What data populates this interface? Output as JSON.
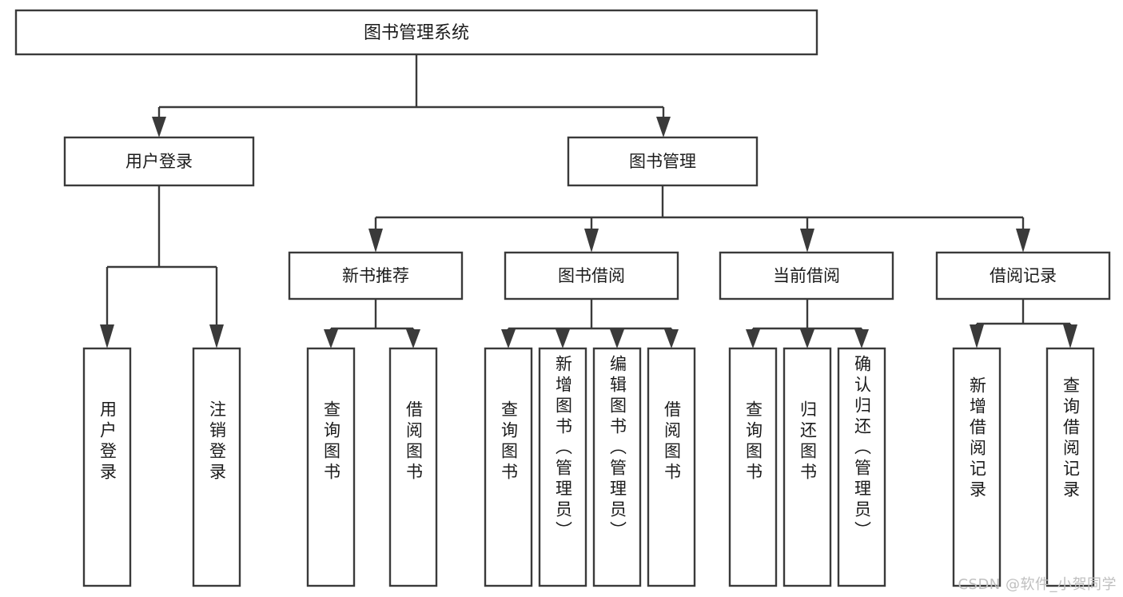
{
  "diagram": {
    "title": "图书管理系统",
    "type": "tree-hierarchy-chart",
    "watermark": "CSDN @软件_小贺同学",
    "colors": {
      "stroke": "#3a3a3a",
      "fill": "#ffffff",
      "text": "#1b1b1b",
      "watermark": "#bfbfbf"
    },
    "root": {
      "label": "图书管理系统"
    },
    "level2": [
      {
        "label": "用户登录"
      },
      {
        "label": "图书管理"
      }
    ],
    "level3": [
      {
        "label": "新书推荐"
      },
      {
        "label": "图书借阅"
      },
      {
        "label": "当前借阅"
      },
      {
        "label": "借阅记录"
      }
    ],
    "leaves": {
      "user_login": [
        {
          "label": "用户登录"
        },
        {
          "label": "注销登录"
        }
      ],
      "new_book_recommend": [
        {
          "label": "查询图书"
        },
        {
          "label": "借阅图书"
        }
      ],
      "book_borrow": [
        {
          "label": "查询图书"
        },
        {
          "label": "新增图书（管理员）"
        },
        {
          "label": "编辑图书（管理员）"
        },
        {
          "label": "借阅图书"
        }
      ],
      "current_borrow": [
        {
          "label": "查询图书"
        },
        {
          "label": "归还图书"
        },
        {
          "label": "确认归还（管理员）"
        }
      ],
      "borrow_records": [
        {
          "label": "新增借阅记录"
        },
        {
          "label": "查询借阅记录"
        }
      ]
    }
  }
}
